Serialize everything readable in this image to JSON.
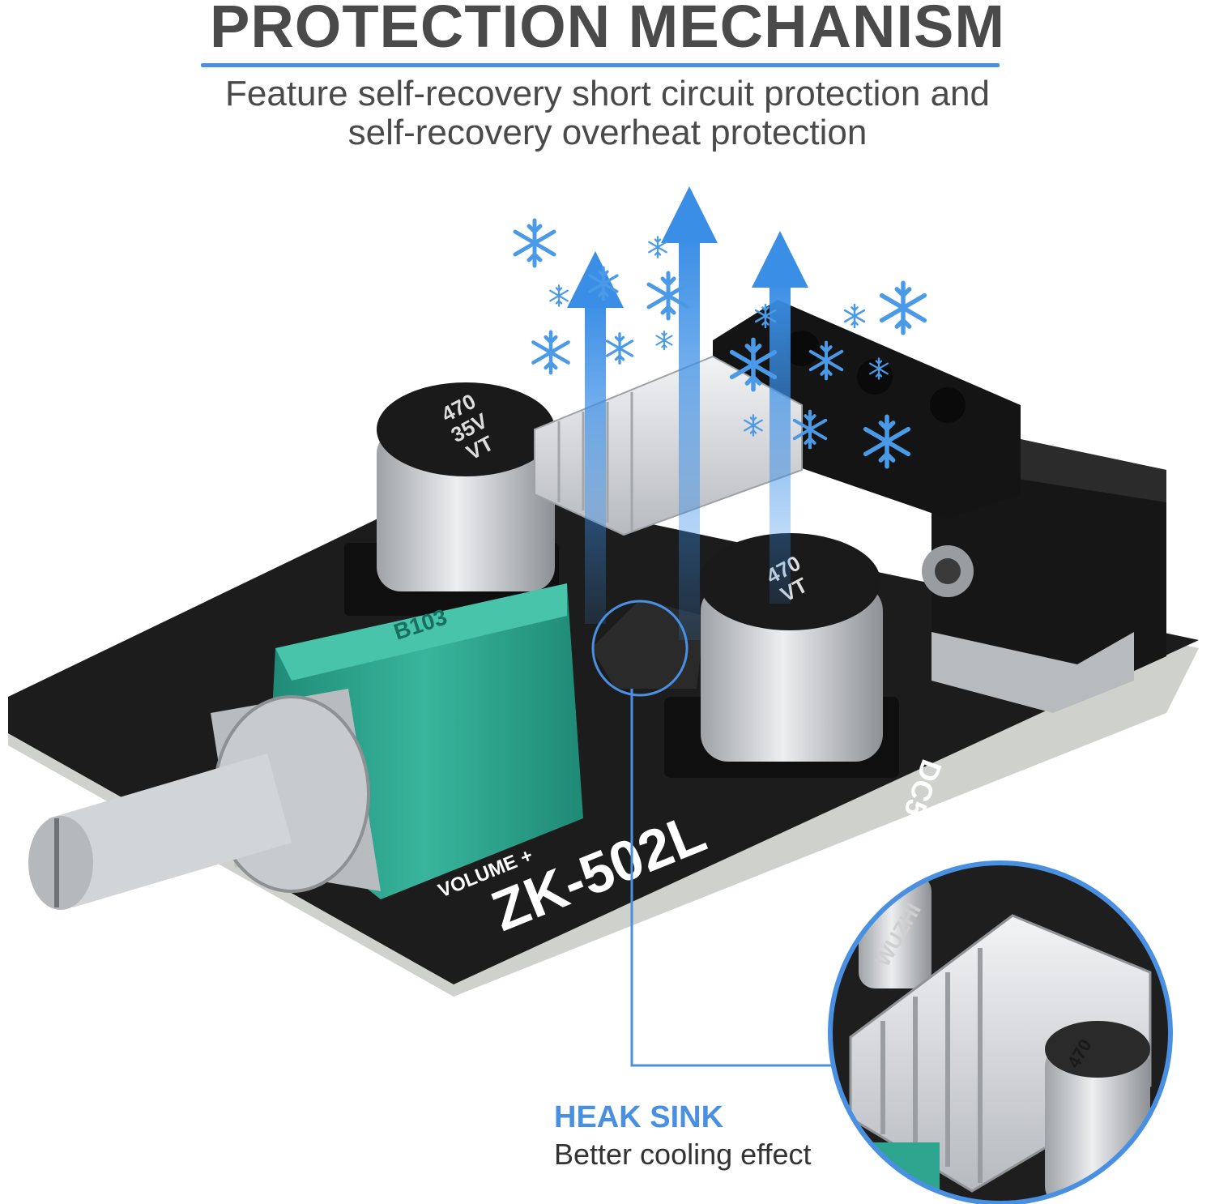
{
  "header": {
    "title": "PROTECTION MECHANISM",
    "subtitle_line1": "Feature self-recovery short circuit protection and",
    "subtitle_line2": "self-recovery overheat protection"
  },
  "board": {
    "model": "ZK-502L",
    "volume_label": "VOLUME +",
    "cap_value": "470",
    "cap_voltage": "35V",
    "cap_series": "VT",
    "pot_code": "B103",
    "dc_label": "DC5",
    "brand": "WUZHI"
  },
  "callout": {
    "title": "HEAK SINK",
    "subtitle": "Better cooling effect"
  },
  "colors": {
    "accent": "#4a90e2",
    "title_text": "#4a4a4a",
    "pcb": "#1c1c1c",
    "potentiometer": "#2ea58f",
    "heatsink": "#d6d8dc",
    "capacitor": "#cfd1d4"
  }
}
